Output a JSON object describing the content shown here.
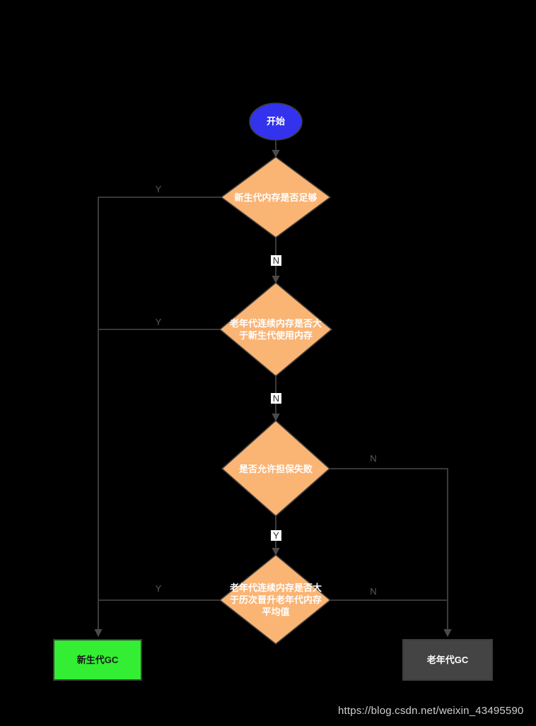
{
  "diagram": {
    "title": "JVM GC decision flowchart",
    "background_color": "#000000",
    "colors": {
      "start_fill": "#3333ee",
      "decision_fill": "#fab474",
      "success_fill": "#33ee33",
      "neutral_fill": "#444444",
      "stroke": "#3d3d3d",
      "edge": "#4a4a4a",
      "node_text_light": "#ffffff",
      "node_text_dark": "#1a1a1a",
      "edge_label": "#5a5a5a"
    },
    "nodes": [
      {
        "id": "start",
        "shape": "ellipse",
        "label": "开始"
      },
      {
        "id": "decision1",
        "shape": "diamond",
        "label": "新生代内存是否足够"
      },
      {
        "id": "decision2",
        "shape": "diamond",
        "label": "老年代连续内存是否大\n于新生代使用内存"
      },
      {
        "id": "decision3",
        "shape": "diamond",
        "label": "是否允许担保失败"
      },
      {
        "id": "decision4",
        "shape": "diamond",
        "label": "老年代连续内存是否大\n于历次晋升老年代内存\n平均值"
      },
      {
        "id": "young_gc",
        "shape": "rect",
        "label": "新生代GC"
      },
      {
        "id": "old_gc",
        "shape": "rect",
        "label": "老年代GC"
      }
    ],
    "edges": [
      {
        "from": "decision1",
        "to": "young_gc",
        "label": "Y",
        "style": "plain"
      },
      {
        "from": "decision1",
        "to": "decision2",
        "label": "N",
        "style": "boxed"
      },
      {
        "from": "decision2",
        "to": "young_gc",
        "label": "Y",
        "style": "plain"
      },
      {
        "from": "decision2",
        "to": "decision3",
        "label": "N",
        "style": "boxed"
      },
      {
        "from": "decision3",
        "to": "old_gc",
        "label": "N",
        "style": "plain"
      },
      {
        "from": "decision3",
        "to": "decision4",
        "label": "Y",
        "style": "boxed"
      },
      {
        "from": "decision4",
        "to": "young_gc",
        "label": "Y",
        "style": "plain"
      },
      {
        "from": "decision4",
        "to": "old_gc",
        "label": "N",
        "style": "plain"
      }
    ],
    "edge_labels": {
      "d1_yes": "Y",
      "d1_no": "N",
      "d2_yes": "Y",
      "d2_no": "N",
      "d3_no": "N",
      "d3_yes": "Y",
      "d4_yes": "Y",
      "d4_no": "N"
    }
  },
  "watermark": {
    "text": "https://blog.csdn.net/weixin_43495590"
  }
}
